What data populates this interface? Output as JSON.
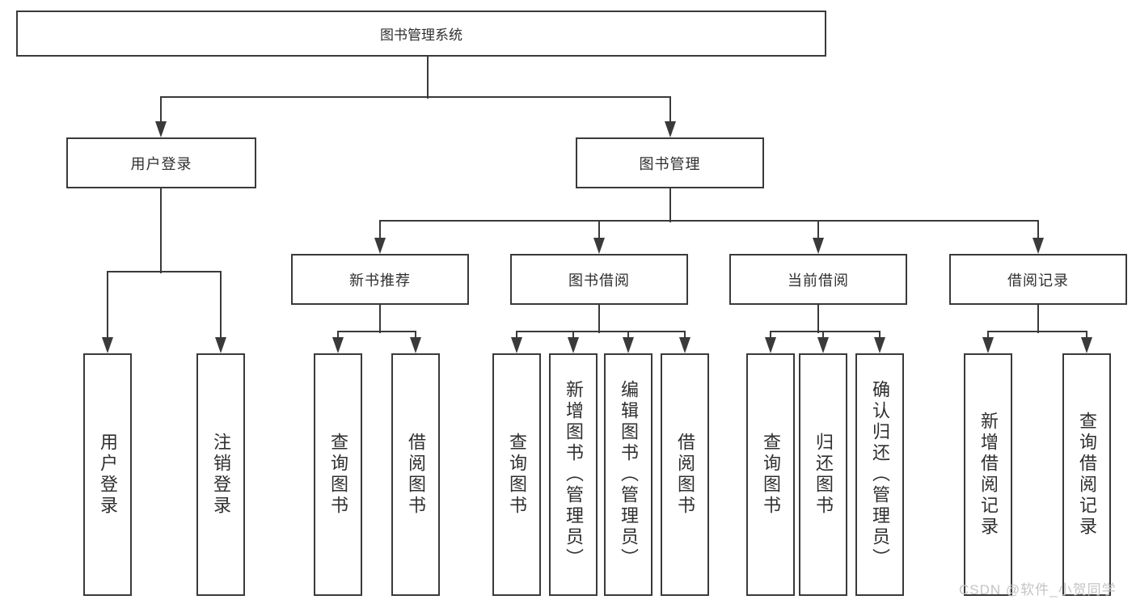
{
  "colors": {
    "background": "#ffffff",
    "line": "#3a3a3a",
    "box_border": "#3a3a3a",
    "text": "#2f2f2f",
    "watermark": "#c4c4c4"
  },
  "watermark": {
    "text": "CSDN @软件_小贺同学"
  },
  "tree": {
    "root": {
      "label": "图书管理系统",
      "children": [
        {
          "label": "用户登录",
          "children": [
            {
              "label": "用户登录"
            },
            {
              "label": "注销登录"
            }
          ]
        },
        {
          "label": "图书管理",
          "children": [
            {
              "label": "新书推荐",
              "children": [
                {
                  "label": "查询图书"
                },
                {
                  "label": "借阅图书"
                }
              ]
            },
            {
              "label": "图书借阅",
              "children": [
                {
                  "label": "查询图书"
                },
                {
                  "label": "新增图书（管理员）"
                },
                {
                  "label": "编辑图书（管理员）"
                },
                {
                  "label": "借阅图书"
                }
              ]
            },
            {
              "label": "当前借阅",
              "children": [
                {
                  "label": "查询图书"
                },
                {
                  "label": "归还图书"
                },
                {
                  "label": "确认归还（管理员）"
                }
              ]
            },
            {
              "label": "借阅记录",
              "children": [
                {
                  "label": "新增借阅记录"
                },
                {
                  "label": "查询借阅记录"
                }
              ]
            }
          ]
        }
      ]
    }
  }
}
